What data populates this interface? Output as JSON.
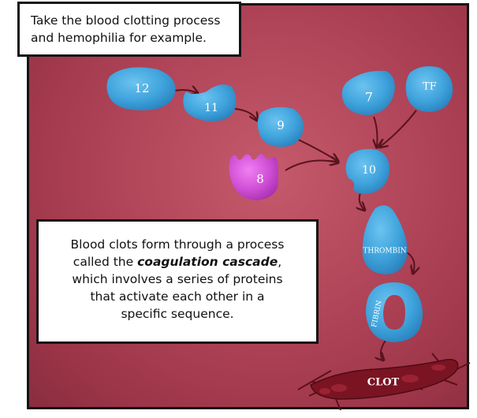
{
  "caption_top": {
    "line1": "Take the blood clotting process",
    "line2": "and hemophilia for example."
  },
  "caption_main": {
    "line1": "Blood clots form through a process",
    "line2_prefix": "called the ",
    "line2_emphasis": "coagulation cascade",
    "line2_suffix": ",",
    "line3": "which involves a series of proteins",
    "line4": "that activate each other in a",
    "line5": "specific sequence."
  },
  "factors": {
    "f12": "12",
    "f11": "11",
    "f9": "9",
    "f8": "8",
    "f7": "7",
    "tf": "TF",
    "f10": "10",
    "thrombin": "THROMBIN",
    "fibrin": "FIBRIN",
    "clot": "CLOT"
  },
  "colors": {
    "protein": "#3fa3dc",
    "factor8": "#d04fd6",
    "background": "#b04458",
    "clot": "#7a1422",
    "arrow": "#5a1320"
  }
}
